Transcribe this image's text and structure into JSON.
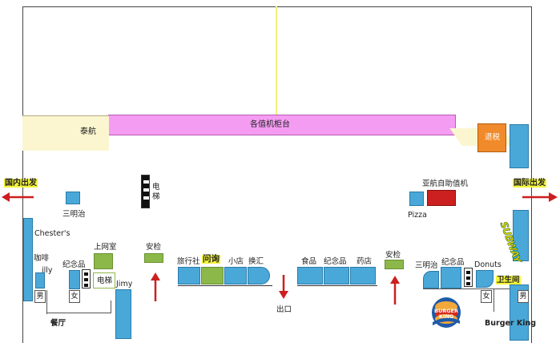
{
  "labels": {
    "checkin_counter": "各值机柜台",
    "thai_airways": "泰航",
    "tax_refund": "退税",
    "domestic_departure": "国内出发",
    "international_departure": "国际出发",
    "elevator_top": "电梯",
    "sandwich_left": "三明治",
    "airasia_kiosk": "亚航自助值机",
    "pizza": "Pizza",
    "subway": "SUBWAY",
    "chesters": "Chester's",
    "coffee": "咖啡",
    "illy": "illy",
    "souvenir_left": "纪念品",
    "internet_room": "上网室",
    "elevator_left": "电梯",
    "jimy": "Jimy",
    "male_left": "男",
    "female_left": "女",
    "restaurant": "餐厅",
    "security_left": "安检",
    "travel_agency": "旅行社",
    "inquiry": "问询",
    "shop": "小店",
    "exchange": "换汇",
    "exit": "出口",
    "food": "食品",
    "souvenir_mid": "纪念品",
    "pharmacy": "药店",
    "security_right": "安检",
    "sandwich_right": "三明治",
    "souvenir_right": "纪念品",
    "donuts": "Donuts",
    "restroom": "卫生间",
    "female_right": "女",
    "male_right": "男",
    "burger_king_logo": "BURGER KING",
    "burger_king": "Burger King"
  },
  "colors": {
    "checkin_pink": "#f49cf2",
    "thai_cream": "#fbf6cf",
    "tax_orange": "#f08a2a",
    "blue": "#4aa8d8",
    "green": "#8cb84a",
    "red": "#cc1f1f",
    "highlight_yellow": "#f4f43a"
  },
  "icons": [
    "elevator-icon",
    "arrow-left-icon",
    "arrow-right-icon",
    "arrow-up-icon",
    "arrow-down-icon",
    "burger-king-logo-icon",
    "subway-logo-icon"
  ]
}
